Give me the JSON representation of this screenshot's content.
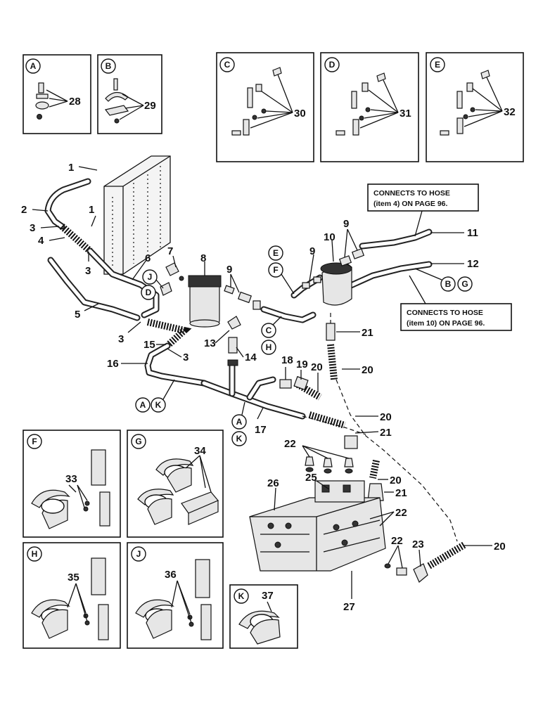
{
  "notes": {
    "note_a_line1": "CONNECTS TO HOSE",
    "note_a_line2": "(item 4) ON PAGE 96.",
    "note_b_line1": "CONNECTS TO HOSE",
    "note_b_line2": "(item 10) ON PAGE 96."
  },
  "detail_panels": {
    "A": {
      "letter": "A",
      "item": "28"
    },
    "B": {
      "letter": "B",
      "item": "29"
    },
    "C": {
      "letter": "C",
      "item": "30"
    },
    "D": {
      "letter": "D",
      "item": "31"
    },
    "E": {
      "letter": "E",
      "item": "32"
    },
    "F": {
      "letter": "F",
      "item": "33"
    },
    "G": {
      "letter": "G",
      "item": "34"
    },
    "H": {
      "letter": "H",
      "item": "35"
    },
    "J": {
      "letter": "J",
      "item": "36"
    },
    "K": {
      "letter": "K",
      "item": "37"
    }
  },
  "callouts": {
    "c1a": "1",
    "c1b": "1",
    "c2": "2",
    "c3a": "3",
    "c3b": "3",
    "c3c": "3",
    "c3d": "3",
    "c4": "4",
    "c5": "5",
    "c6": "6",
    "c7": "7",
    "c8": "8",
    "c9a": "9",
    "c9b": "9",
    "c9c": "9",
    "c10": "10",
    "c11": "11",
    "c12": "12",
    "c13": "13",
    "c14": "14",
    "c15": "15",
    "c16": "16",
    "c17": "17",
    "c18": "18",
    "c19": "19",
    "c20a": "20",
    "c20b": "20",
    "c20c": "20",
    "c20d": "20",
    "c20e": "20",
    "c21a": "21",
    "c21b": "21",
    "c21c": "21",
    "c22a": "22",
    "c22b": "22",
    "c22c": "22",
    "c23": "23",
    "c25": "25",
    "c26": "26",
    "c27": "27"
  },
  "ref_letters": {
    "J": "J",
    "D": "D",
    "E": "E",
    "F": "F",
    "C": "C",
    "H": "H",
    "B": "B",
    "G": "G",
    "A1": "A",
    "K1": "K",
    "A2": "A",
    "K2": "K"
  }
}
